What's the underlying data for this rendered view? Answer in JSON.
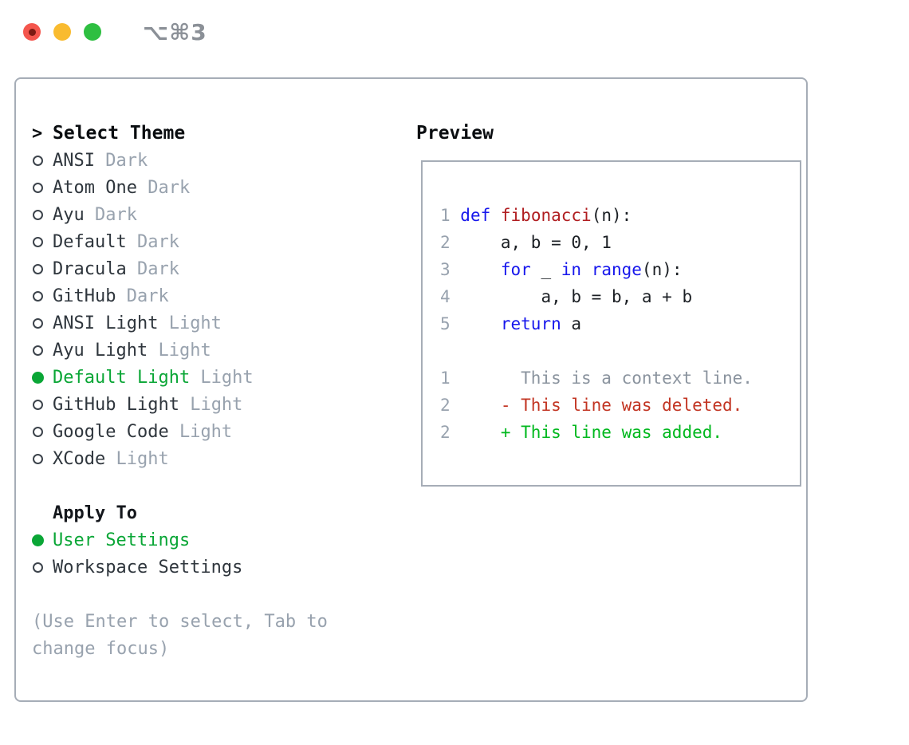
{
  "window": {
    "title_shortcut": "⌥⌘3"
  },
  "theme_panel": {
    "header": {
      "prompt": ">",
      "label": "Select Theme"
    },
    "themes": [
      {
        "name": "ANSI",
        "variant": "Dark",
        "selected": false
      },
      {
        "name": "Atom One",
        "variant": "Dark",
        "selected": false
      },
      {
        "name": "Ayu",
        "variant": "Dark",
        "selected": false
      },
      {
        "name": "Default",
        "variant": "Dark",
        "selected": false
      },
      {
        "name": "Dracula",
        "variant": "Dark",
        "selected": false
      },
      {
        "name": "GitHub",
        "variant": "Dark",
        "selected": false
      },
      {
        "name": "ANSI Light",
        "variant": "Light",
        "selected": false
      },
      {
        "name": "Ayu Light",
        "variant": "Light",
        "selected": false
      },
      {
        "name": "Default Light",
        "variant": "Light",
        "selected": true
      },
      {
        "name": "GitHub Light",
        "variant": "Light",
        "selected": false
      },
      {
        "name": "Google Code",
        "variant": "Light",
        "selected": false
      },
      {
        "name": "XCode",
        "variant": "Light",
        "selected": false
      }
    ],
    "apply_to": {
      "label": "Apply To",
      "options": [
        {
          "label": "User Settings",
          "selected": true
        },
        {
          "label": "Workspace Settings",
          "selected": false
        }
      ]
    },
    "hint_lines": [
      "(Use Enter to select, Tab to",
      "change focus)"
    ]
  },
  "preview": {
    "label": "Preview",
    "lines": [
      [
        {
          "t": "1 ",
          "c": "num"
        },
        {
          "t": "def",
          "c": "kw"
        },
        {
          "t": " ",
          "c": "plain"
        },
        {
          "t": "fibonacci",
          "c": "fn"
        },
        {
          "t": "(n):",
          "c": "plain"
        }
      ],
      [
        {
          "t": "2 ",
          "c": "num"
        },
        {
          "t": "    a, b = 0, 1",
          "c": "plain"
        }
      ],
      [
        {
          "t": "3 ",
          "c": "num"
        },
        {
          "t": "    ",
          "c": "plain"
        },
        {
          "t": "for",
          "c": "kw"
        },
        {
          "t": " _ ",
          "c": "plain"
        },
        {
          "t": "in",
          "c": "kw"
        },
        {
          "t": " ",
          "c": "plain"
        },
        {
          "t": "range",
          "c": "kw"
        },
        {
          "t": "(n):",
          "c": "plain"
        }
      ],
      [
        {
          "t": "4 ",
          "c": "num"
        },
        {
          "t": "        a, b = b, a + b",
          "c": "plain"
        }
      ],
      [
        {
          "t": "5 ",
          "c": "num"
        },
        {
          "t": "    ",
          "c": "plain"
        },
        {
          "t": "return",
          "c": "kw"
        },
        {
          "t": " a",
          "c": "plain"
        }
      ],
      [],
      [
        {
          "t": "1 ",
          "c": "num"
        },
        {
          "t": "      This is a context line.",
          "c": "ctx"
        }
      ],
      [
        {
          "t": "2 ",
          "c": "num"
        },
        {
          "t": "    - This line was deleted.",
          "c": "del"
        }
      ],
      [
        {
          "t": "2 ",
          "c": "num"
        },
        {
          "t": "    + This line was added.",
          "c": "add"
        }
      ]
    ]
  },
  "colors": {
    "heading": "#0a0d10",
    "text": "#2f363d",
    "muted": "#98a2ae",
    "green": "#0aa636",
    "added_green": "#00b81e",
    "deleted_red": "#c23422",
    "keyword_blue": "#1717ec",
    "function_red": "#b01d20",
    "border": "#a6adb7",
    "title": "#8b9097",
    "traffic_red": "#f4564d",
    "traffic_red_dot": "#7c1a12",
    "traffic_yellow": "#f9bb2f",
    "traffic_green": "#2ebf41"
  }
}
